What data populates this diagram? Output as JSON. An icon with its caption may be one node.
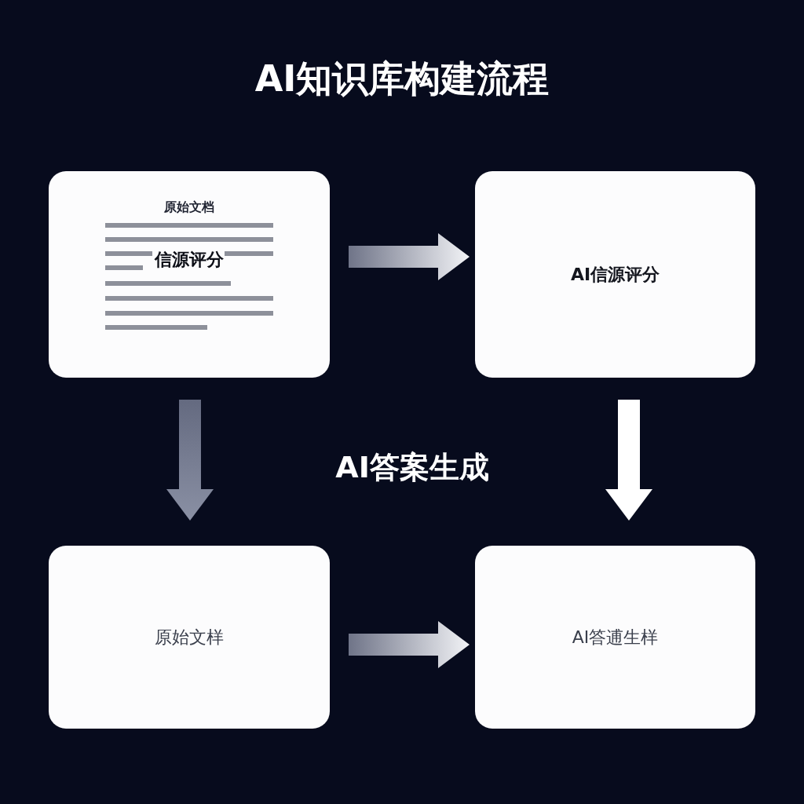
{
  "diagram": {
    "title": "AI知识库构建流程",
    "nodes": [
      {
        "text": [
          "原始文档",
          "信源评分"
        ]
      },
      {
        "text": [
          "AI信源评分"
        ]
      },
      {
        "text": [
          "原始文样"
        ]
      },
      {
        "text": [
          "AI答逋生样"
        ]
      }
    ],
    "edges": [
      {
        "from": 0,
        "to": 1,
        "arrow": "to"
      },
      {
        "from": 0,
        "to": 2,
        "arrow": "to"
      },
      {
        "from": 1,
        "to": 3,
        "arrow": "to",
        "color": "#ffffff"
      },
      {
        "from": 2,
        "to": 3,
        "arrow": "to"
      }
    ],
    "labels": [
      "AI答案生成"
    ]
  }
}
